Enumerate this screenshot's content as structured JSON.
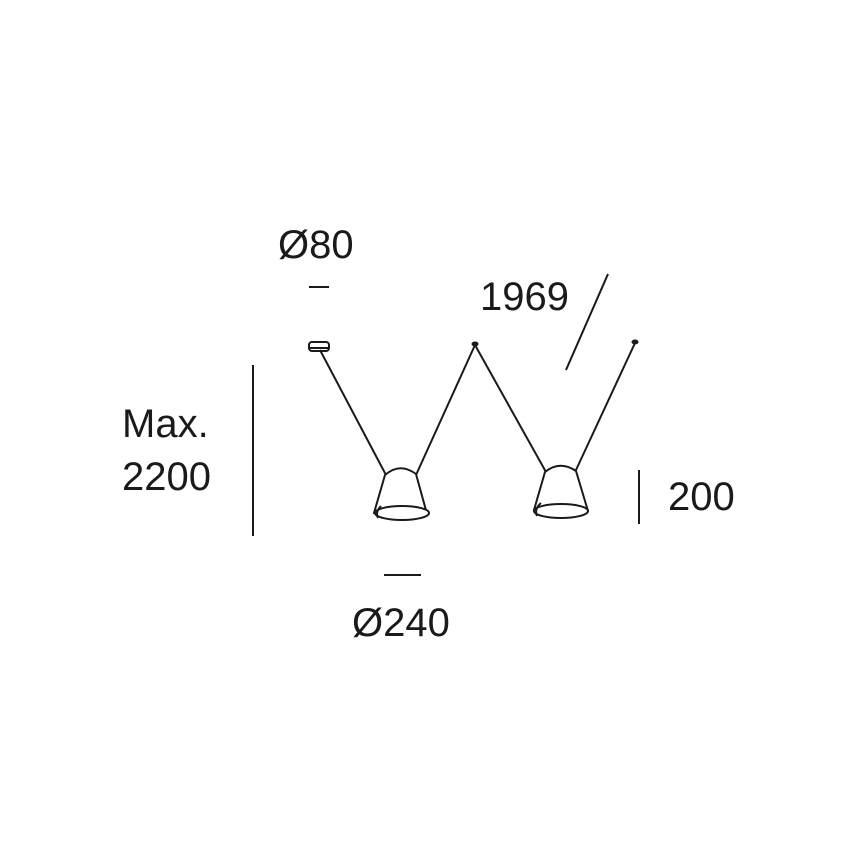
{
  "diagram": {
    "labels": {
      "canopy_diameter": "Ø80",
      "cable_length": "1969",
      "max_height_line1": "Max.",
      "max_height_line2": "2200",
      "shade_height": "200",
      "shade_diameter": "Ø240"
    },
    "line_color": "#1a1a1a"
  }
}
